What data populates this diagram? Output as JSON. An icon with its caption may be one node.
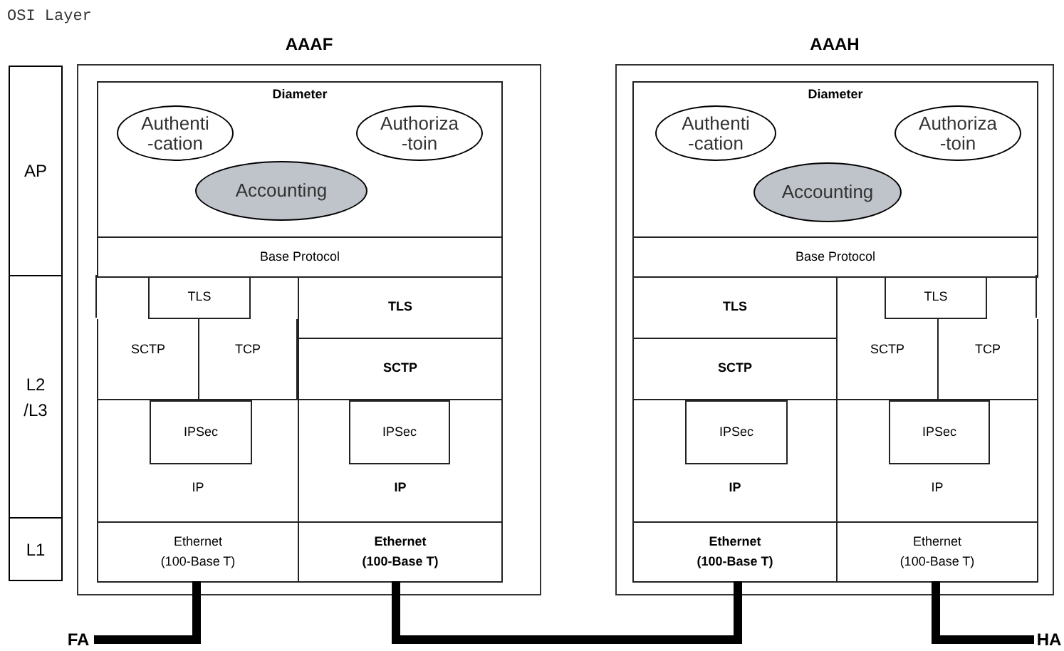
{
  "diagram": {
    "nodes": [
      {
        "text": [
          "AP"
        ]
      },
      {
        "text": [
          "L2 /L3"
        ]
      },
      {
        "text": [
          "L1"
        ]
      },
      {
        "text": [
          "AAAF"
        ]
      },
      {
        "text": [
          "Diameter"
        ],
        "in": 3
      },
      {
        "text": [
          "Authenti -cation"
        ],
        "in": 4
      },
      {
        "text": [
          "Authoriza -toin"
        ],
        "in": 4
      },
      {
        "text": [
          "Accounting"
        ],
        "in": 4
      },
      {
        "text": [
          "Base Protocol"
        ],
        "in": 3
      },
      {
        "text": [
          "TLS"
        ],
        "in": 3
      },
      {
        "text": [
          "SCTP"
        ],
        "in": 3
      },
      {
        "text": [
          "TCP"
        ],
        "in": 3
      },
      {
        "text": [
          "TLS"
        ],
        "in": 3
      },
      {
        "text": [
          "SCTP"
        ],
        "in": 3
      },
      {
        "text": [
          "IP"
        ],
        "in": 3
      },
      {
        "text": [
          "IPSec"
        ],
        "in": 14
      },
      {
        "text": [
          "IP"
        ],
        "in": 3
      },
      {
        "text": [
          "IPSec"
        ],
        "in": 16
      },
      {
        "text": [
          "Ethernet (100-Base T)"
        ],
        "in": 3
      },
      {
        "text": [
          "Ethernet (100-Base T)"
        ],
        "in": 3
      },
      {
        "text": [
          "AAAH"
        ]
      },
      {
        "text": [
          "Diameter"
        ],
        "in": 20
      },
      {
        "text": [
          "Authenti -cation"
        ],
        "in": 21
      },
      {
        "text": [
          "Authoriza -toin"
        ],
        "in": 21
      },
      {
        "text": [
          "Accounting"
        ],
        "in": 21
      },
      {
        "text": [
          "Base Protocol"
        ],
        "in": 20
      },
      {
        "text": [
          "TLS"
        ],
        "in": 20
      },
      {
        "text": [
          "SCTP"
        ],
        "in": 20
      },
      {
        "text": [
          "TLS"
        ],
        "in": 20
      },
      {
        "text": [
          "SCTP"
        ],
        "in": 20
      },
      {
        "text": [
          "TCP"
        ],
        "in": 20
      },
      {
        "text": [
          "IP"
        ],
        "in": 20
      },
      {
        "text": [
          "IPSec"
        ],
        "in": 31
      },
      {
        "text": [
          "IP"
        ],
        "in": 20
      },
      {
        "text": [
          "IPSec"
        ],
        "in": 33
      },
      {
        "text": [
          "Ethernet (100-Base T)"
        ],
        "in": 20
      },
      {
        "text": [
          "Ethernet (100-Base T)"
        ],
        "in": 20
      },
      {
        "text": [
          "FA"
        ]
      },
      {
        "text": [
          "HA"
        ]
      }
    ],
    "edges": [
      {
        "from": 37,
        "to": 18,
        "arrow": "none"
      },
      {
        "from": 19,
        "to": 35,
        "arrow": "none"
      },
      {
        "from": 36,
        "to": 38,
        "arrow": "none"
      }
    ],
    "labels": [
      "OSI Layer"
    ]
  }
}
